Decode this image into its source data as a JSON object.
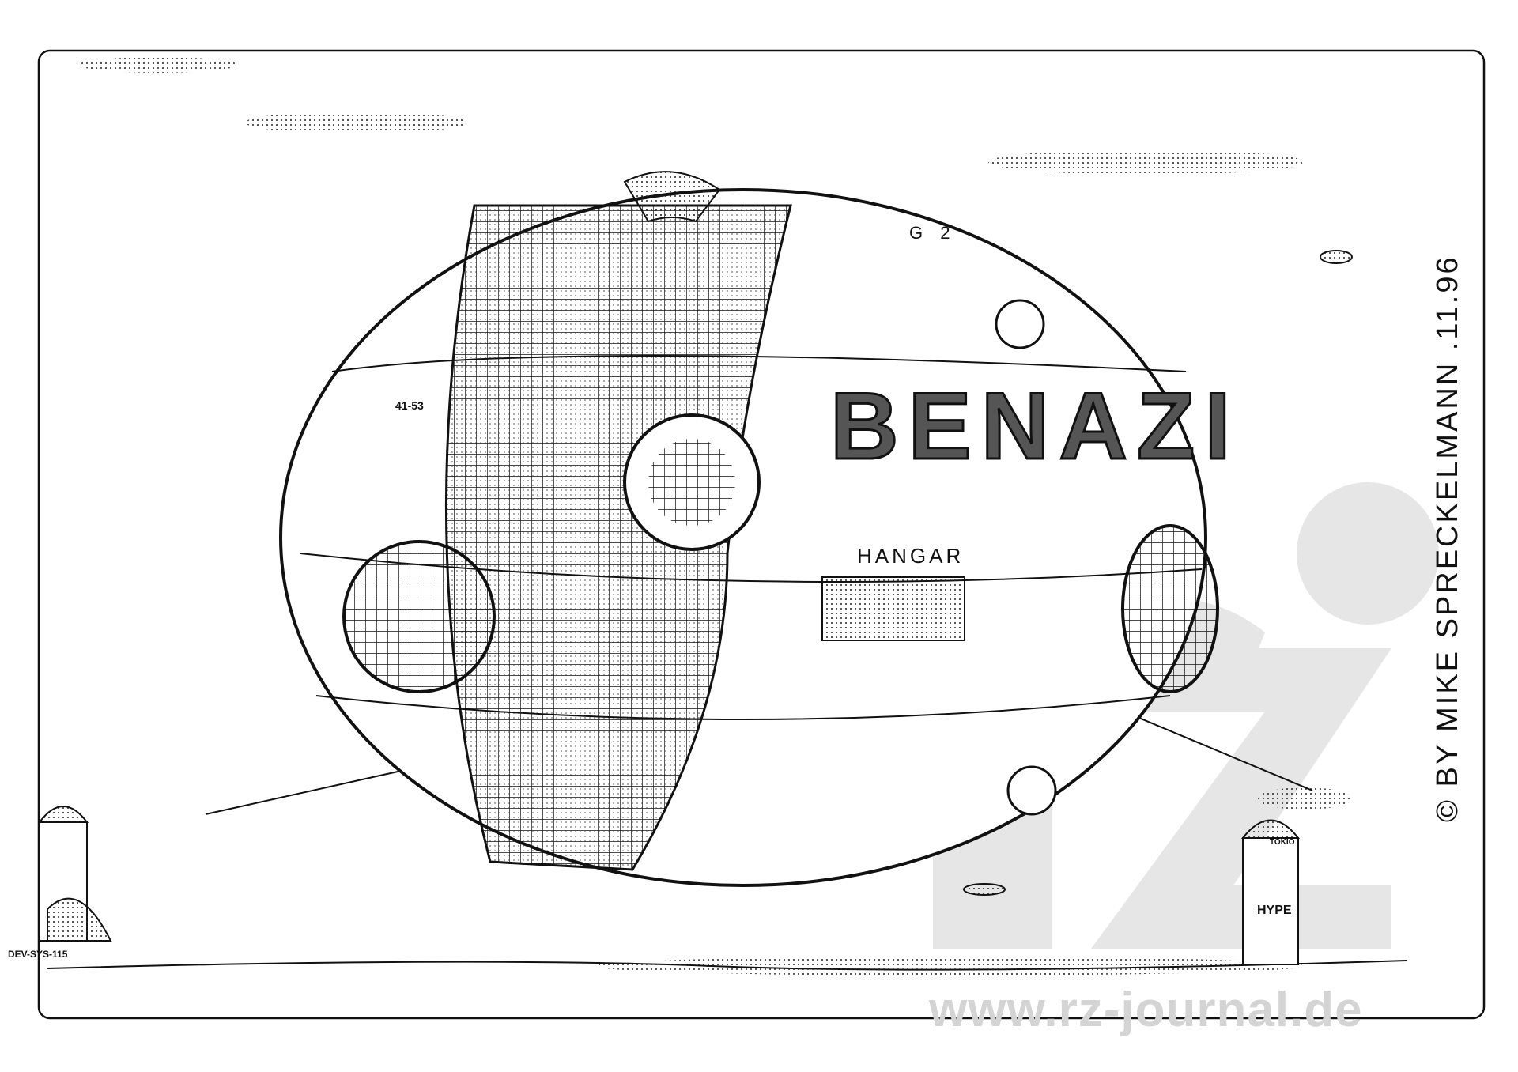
{
  "artwork": {
    "hull_name": "BENAZI",
    "hangar_label": "HANGAR",
    "deck_label": "G 2",
    "hull_code": "41-53",
    "building_left_label": "DEV-SYS-115",
    "tower_sign_top": "TOKIO",
    "tower_sign": "HYPE",
    "credit": "© BY MIKE SPRECKELMANN .11.96",
    "watermark": "www.rz-journal.de"
  },
  "colors": {
    "ink": "#111111",
    "paper": "#ffffff",
    "watermark": "#d4d4d4"
  }
}
